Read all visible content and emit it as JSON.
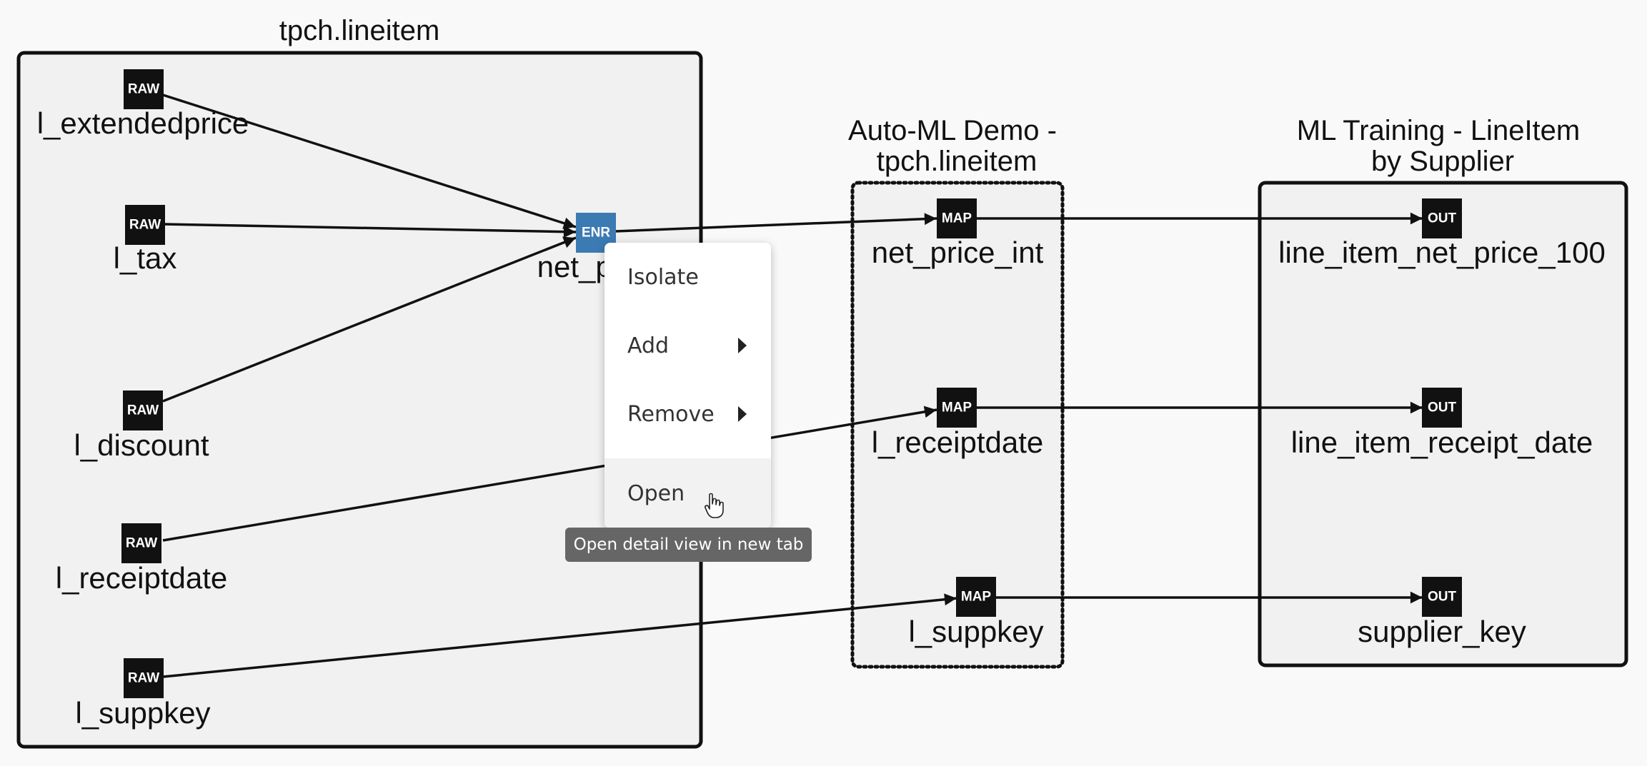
{
  "groups": {
    "source": {
      "title": "tpch.lineitem"
    },
    "automl": {
      "title_line1": "Auto-ML Demo -",
      "title_line2": "tpch.lineitem"
    },
    "training": {
      "title_line1": "ML Training - LineItem",
      "title_line2": "by Supplier"
    }
  },
  "nodes": {
    "raw_extendedprice": {
      "badge": "RAW",
      "label": "l_extendedprice"
    },
    "raw_tax": {
      "badge": "RAW",
      "label": "l_tax"
    },
    "raw_discount": {
      "badge": "RAW",
      "label": "l_discount"
    },
    "raw_receiptdate": {
      "badge": "RAW",
      "label": "l_receiptdate"
    },
    "raw_suppkey": {
      "badge": "RAW",
      "label": "l_suppkey"
    },
    "enr_net_price": {
      "badge": "ENR",
      "label": "net_price"
    },
    "map_net_price_int": {
      "badge": "MAP",
      "label": "net_price_int"
    },
    "map_receiptdate": {
      "badge": "MAP",
      "label": "l_receiptdate"
    },
    "map_suppkey": {
      "badge": "MAP",
      "label": "l_suppkey"
    },
    "out_net_price_100": {
      "badge": "OUT",
      "label": "line_item_net_price_100"
    },
    "out_receipt_date": {
      "badge": "OUT",
      "label": "line_item_receipt_date"
    },
    "out_supplier_key": {
      "badge": "OUT",
      "label": "supplier_key"
    }
  },
  "context_menu": {
    "isolate": "Isolate",
    "add": "Add",
    "remove": "Remove",
    "open": "Open"
  },
  "tooltip": {
    "text": "Open detail view in new tab"
  },
  "colors": {
    "enr_badge": "#3c7ab3",
    "raw_badge": "#111111",
    "group_fill": "#f1f1f1"
  }
}
